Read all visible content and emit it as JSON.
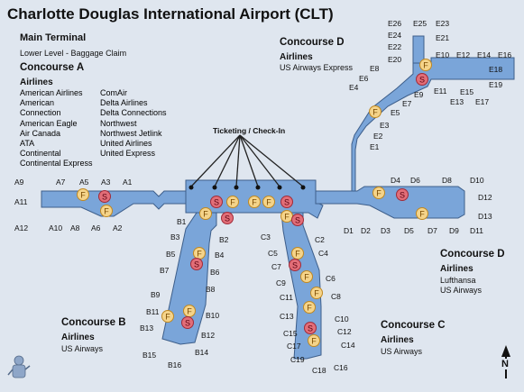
{
  "title": "Charlotte Douglas International Airport (CLT)",
  "main_terminal": {
    "heading": "Main Terminal",
    "note": "Lower Level - Baggage Claim",
    "checkin_label": "Ticketing / Check-In"
  },
  "concourses": {
    "a": {
      "title": "Concourse A",
      "airlines_label": "Airlines",
      "airlines_col1": [
        "American Airlines",
        "American",
        "Connection",
        "American Eagle",
        "Air Canada",
        "ATA",
        "Continental",
        "Continental Express"
      ],
      "airlines_col2": [
        "ComAir",
        "Delta Airlines",
        "Delta Connections",
        "Northwest",
        "Northwest Jetlink",
        "United Airlines",
        "United Express"
      ]
    },
    "b": {
      "title": "Concourse B",
      "airlines_label": "Airlines",
      "airlines": [
        "US Airways"
      ]
    },
    "c": {
      "title": "Concourse C",
      "airlines_label": "Airlines",
      "airlines": [
        "US Airways"
      ]
    },
    "d": {
      "title": "Concourse D",
      "airlines_label": "Airlines",
      "airlines": [
        "Lufthansa",
        "US Airways"
      ]
    },
    "e": {
      "title": "Concourse D",
      "airlines_label": "Airlines",
      "airlines": [
        "US Airways Express"
      ]
    }
  },
  "gates": {
    "a": [
      "A9",
      "A7",
      "A5",
      "A3",
      "A1",
      "A11",
      "A12",
      "A10",
      "A8",
      "A6",
      "A2"
    ],
    "b": [
      "B1",
      "B2",
      "B3",
      "B4",
      "B5",
      "B6",
      "B7",
      "B8",
      "B9",
      "B10",
      "B11",
      "B12",
      "B13",
      "B14",
      "B15",
      "B16"
    ],
    "c": [
      "C2",
      "C3",
      "C4",
      "C5",
      "C6",
      "C7",
      "C8",
      "C9",
      "C10",
      "C11",
      "C12",
      "C13",
      "C14",
      "C15",
      "C16",
      "C17",
      "C18",
      "C19"
    ],
    "d": [
      "D4",
      "D6",
      "D8",
      "D10",
      "D12",
      "D13",
      "D1",
      "D2",
      "D3",
      "D5",
      "D7",
      "D9",
      "D11"
    ],
    "e": [
      "E26",
      "E25",
      "E23",
      "E24",
      "E21",
      "E22",
      "E20",
      "E10",
      "E12",
      "E14",
      "E16",
      "E8",
      "E18",
      "E6",
      "E19",
      "E4",
      "E9",
      "E11",
      "E15",
      "E7",
      "E13",
      "E17",
      "E5",
      "E3",
      "E2",
      "E1"
    ]
  },
  "markers": {
    "food": "F",
    "shop": "S"
  },
  "compass": {
    "label": "N"
  },
  "colors": {
    "concourse_fill": "#7aa5d9",
    "food_fill": "#f5d48a",
    "shop_fill": "#e26e78",
    "background": "#dfe6ef"
  },
  "icons": [
    "food-marker-icon",
    "shop-marker-icon",
    "north-arrow-icon",
    "mascot-logo-icon"
  ]
}
